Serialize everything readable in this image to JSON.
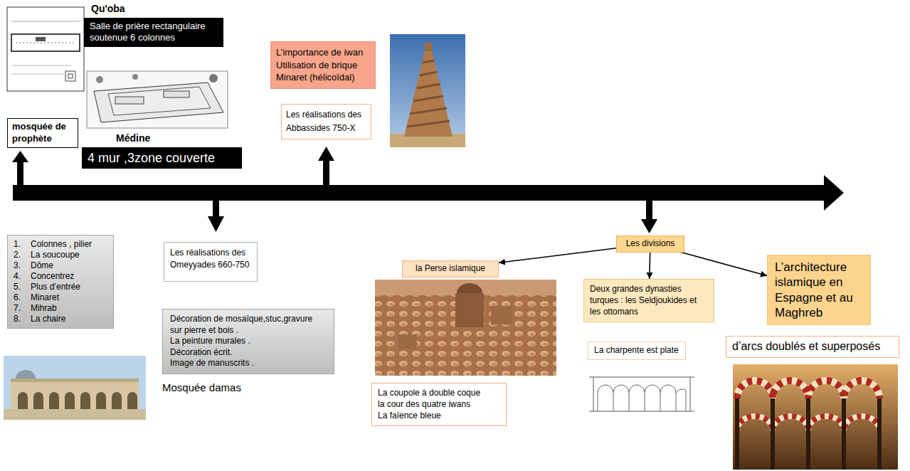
{
  "diagram": {
    "nodes": [
      {
        "text": [
          "Qu'oba",
          "Salle de prière rectangulaire soutenue 6 colonnes"
        ]
      },
      {
        "text": [
          "mosquée de prophète"
        ]
      },
      {
        "text": [
          "Médine",
          "4 mur ,3zone couverte"
        ]
      },
      {
        "text": [
          "L’importance de iwan",
          "Utilisation de brique",
          "Minaret (hélicoïdal)"
        ]
      },
      {
        "text": [
          "Les réalisations des Abbassides 750-X"
        ]
      },
      {
        "text": [
          "Les réalisations des Omeyyades 660-750"
        ]
      },
      {
        "text": [
          "1.",
          "Colonnes , pilier",
          "2.",
          "La soucoupe",
          "3.",
          "Dôme",
          "4.",
          "Concentrez",
          "5.",
          "Plus d’entrée",
          "6.",
          "Minaret",
          "7.",
          "Mihrab",
          "8.",
          "La chaire"
        ]
      },
      {
        "text": [
          "Décoration de mosaïque,stuc,gravure sur pierre et bois .",
          "La peinture murales .",
          "Décoration écrit.",
          "Image de manuscrits ."
        ]
      },
      {
        "text": [
          "Les divisions"
        ]
      },
      {
        "text": [
          "la Perse islamique"
        ]
      },
      {
        "text": [
          "Deux grandes dynasties turques : les Seldjoukides et les ottomans"
        ]
      },
      {
        "text": [
          "L’architecture islamique en Espagne et au Maghreb"
        ]
      },
      {
        "text": [
          "La coupole à double coque",
          "la cour des quatre iwans",
          "La faïence bleue"
        ]
      },
      {
        "text": [
          "La charpente est plate"
        ]
      },
      {
        "text": [
          "d’arcs doublés et superposés"
        ]
      }
    ],
    "edges": [
      {
        "from": 8,
        "to": 9,
        "arrow": "to"
      },
      {
        "from": 8,
        "to": 10,
        "arrow": "to"
      },
      {
        "from": 8,
        "to": 11,
        "arrow": "to"
      }
    ],
    "labels": [
      "Mosquée damas"
    ]
  }
}
